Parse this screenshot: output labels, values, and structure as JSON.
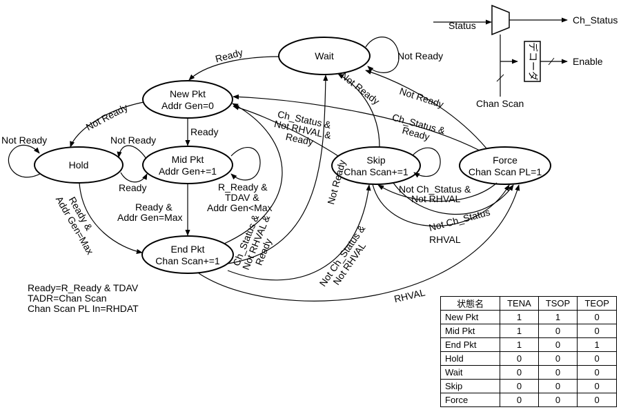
{
  "states": {
    "wait": {
      "line1": "Wait"
    },
    "new_pkt": {
      "line1": "New Pkt",
      "line2": "Addr Gen=0"
    },
    "hold": {
      "line1": "Hold"
    },
    "mid_pkt": {
      "line1": "Mid Pkt",
      "line2": "Addr Gen+=1"
    },
    "end_pkt": {
      "line1": "End Pkt",
      "line2": "Chan Scan+=1"
    },
    "skip": {
      "line1": "Skip",
      "line2": "Chan Scan+=1"
    },
    "force": {
      "line1": "Force",
      "line2": "Chan Scan PL=1"
    }
  },
  "transitions": {
    "wait_self": "Not Ready",
    "wait_to_new": "Ready",
    "new_to_hold": "Not Ready",
    "hold_self": "Not Ready",
    "mid_self_top": "Not Ready",
    "mid_to_hold": "Ready",
    "new_to_mid": "Ready",
    "mid_to_end": [
      "Ready &",
      "Addr Gen=Max"
    ],
    "mid_cond": [
      "R_Ready &",
      "TDAV &",
      "Addr Gen<Max"
    ],
    "hold_to_end": [
      "Ready &",
      "Addr Gen=Max"
    ],
    "end_to_new": [
      "Ch_Status &",
      "Not RHVAL &",
      "Ready"
    ],
    "end_to_wait": "Not Ready",
    "skip_to_new": [
      "Ch_Status &",
      "Not RHVAL &",
      "Ready"
    ],
    "skip_to_wait": "Not Ready",
    "force_to_wait": "Not Ready",
    "force_to_skip": [
      "Ch_Status &",
      "Ready"
    ],
    "force_to_skip_not": [
      "Not Ch_Status &",
      "Not RHVAL"
    ],
    "force_to_force": "Not Ch_Status",
    "rhval_small": "RHVAL",
    "end_to_skip": [
      "Not Ch_Status &",
      "Not RHVAL"
    ],
    "end_to_force": "RHVAL"
  },
  "notes": [
    "Ready=R_Ready & TDAV",
    "TADR=Chan Scan",
    "Chan Scan PL In=RHDAT"
  ],
  "block": {
    "status_in": "Status",
    "ch_status_out": "Ch_Status",
    "decoder_label": "デコーダ",
    "enable_out": "Enable",
    "chan_scan": "Chan Scan"
  },
  "table": {
    "headers": [
      "状態名",
      "TENA",
      "TSOP",
      "TEOP"
    ],
    "rows": [
      [
        "New Pkt",
        "1",
        "1",
        "0"
      ],
      [
        "Mid Pkt",
        "1",
        "0",
        "0"
      ],
      [
        "End Pkt",
        "1",
        "0",
        "1"
      ],
      [
        "Hold",
        "0",
        "0",
        "0"
      ],
      [
        "Wait",
        "0",
        "0",
        "0"
      ],
      [
        "Skip",
        "0",
        "0",
        "0"
      ],
      [
        "Force",
        "0",
        "0",
        "0"
      ]
    ]
  }
}
